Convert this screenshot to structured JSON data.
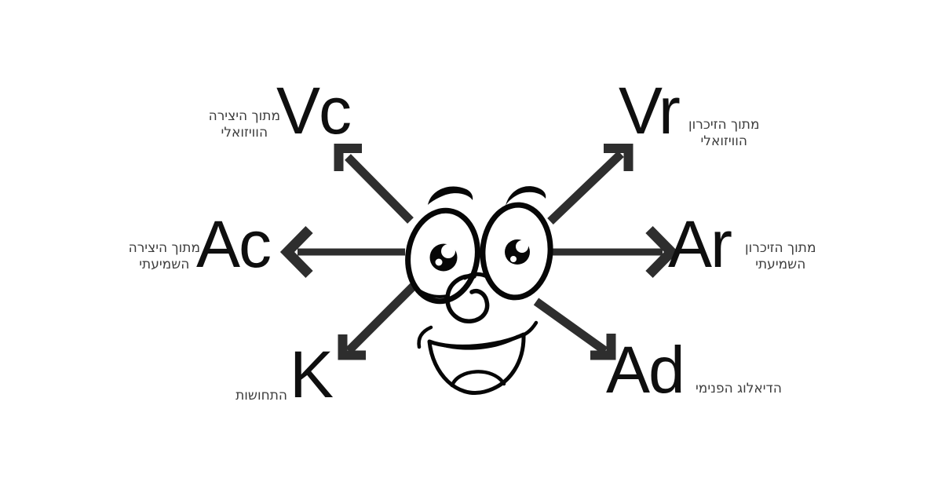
{
  "colors": {
    "background": "#ffffff",
    "letters": "#0f0f0f",
    "hebrew": "#3d3d3d",
    "arrows": "#2e2e2e",
    "face_ink": "#070707"
  },
  "labels": {
    "vc": {
      "code": "Vc",
      "desc_line1": "מתוך היצירה",
      "desc_line2": "הוויזואלי"
    },
    "vr": {
      "code": "Vr",
      "desc_line1": "מתוך הזיכרון",
      "desc_line2": "הוויזואלי"
    },
    "ac": {
      "code": "Ac",
      "desc_line1": "מתוך היצירה",
      "desc_line2": "השמיעתי"
    },
    "ar": {
      "code": "Ar",
      "desc_line1": "מתוך הזיכרון",
      "desc_line2": "השמיעתי"
    },
    "k": {
      "code": "K",
      "desc_line1": "התחושות"
    },
    "ad": {
      "code": "Ad",
      "desc_line1": "הדיאלוג הפנימי"
    }
  },
  "icons": {
    "face": "cartoon-face-icon",
    "arrow_up_left": "arrow-up-left-icon",
    "arrow_up_right": "arrow-up-right-icon",
    "arrow_left": "arrow-left-icon",
    "arrow_right": "arrow-right-icon",
    "arrow_down_left": "arrow-down-left-icon",
    "arrow_down_right": "arrow-down-right-icon"
  }
}
